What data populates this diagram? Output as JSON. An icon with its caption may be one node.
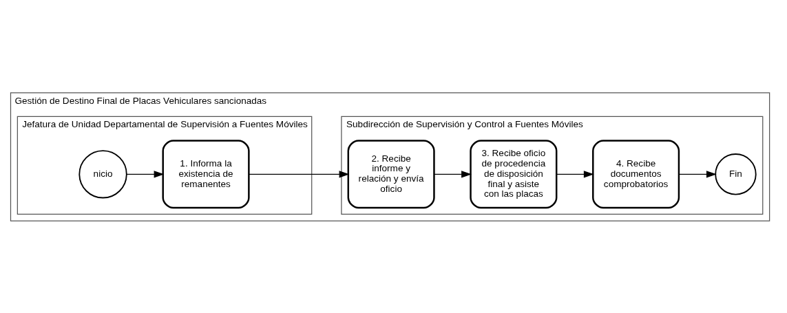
{
  "diagram": {
    "nodes": [
      {
        "text": [
          "Gestión de Destino Final de Placas Vehiculares sancionadas"
        ]
      },
      {
        "text": [
          "Jefatura de Unidad Departamental de Supervisión a Fuentes Móviles"
        ],
        "in": 0
      },
      {
        "text": [
          "Subdirección de Supervisión y Control a Fuentes Móviles"
        ],
        "in": 0
      },
      {
        "text": [
          "nicio"
        ],
        "in": 1
      },
      {
        "text": [
          "1. Informa la existencia de remanentes"
        ],
        "in": 1
      },
      {
        "text": [
          "2. Recibe informe y relación y envía oficio"
        ],
        "in": 2
      },
      {
        "text": [
          "3. Recibe oficio de procedencia de disposición final y asiste con las placas"
        ],
        "in": 2
      },
      {
        "text": [
          "4. Recibe documentos comprobatorios"
        ],
        "in": 2
      },
      {
        "text": [
          "Fin"
        ],
        "in": 2
      }
    ],
    "edges": [
      {
        "from": 3,
        "to": 4,
        "arrow": "to"
      },
      {
        "from": 4,
        "to": 5,
        "arrow": "to"
      },
      {
        "from": 5,
        "to": 6,
        "arrow": "to"
      },
      {
        "from": 6,
        "to": 7,
        "arrow": "to"
      },
      {
        "from": 7,
        "to": 8,
        "arrow": "to"
      }
    ]
  }
}
